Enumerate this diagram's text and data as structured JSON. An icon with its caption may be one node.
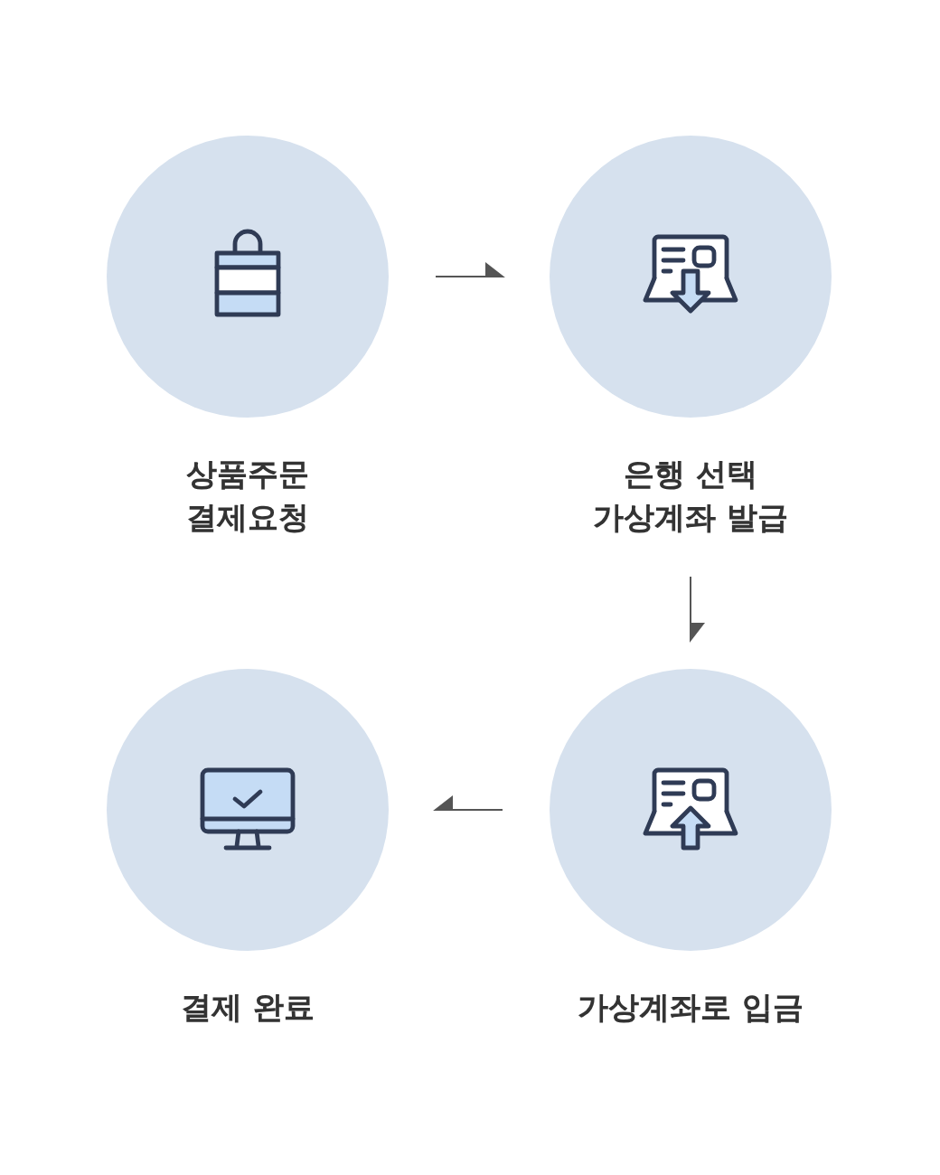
{
  "diagram": {
    "nodes": [
      {
        "text": [
          "상품주문 결제요청"
        ]
      },
      {
        "text": [
          "은행 선택 가상계좌 발급"
        ]
      },
      {
        "text": [
          "결제 완료"
        ]
      },
      {
        "text": [
          "가상계좌로 입금"
        ]
      }
    ],
    "edges": [
      {
        "from": 0,
        "to": 1,
        "arrow": "to"
      },
      {
        "from": 1,
        "to": 3,
        "arrow": "to"
      },
      {
        "from": 3,
        "to": 2,
        "arrow": "to"
      }
    ]
  }
}
